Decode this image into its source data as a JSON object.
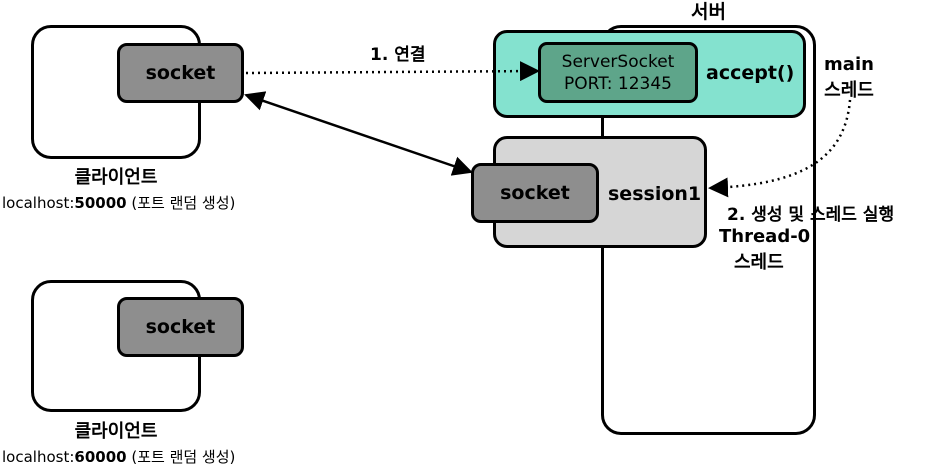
{
  "server": {
    "title": "서버"
  },
  "arrows": {
    "connect": "1. 연결",
    "spawn": "2. 생성 및 스레드 실행"
  },
  "main_thread": {
    "server_socket_line1": "ServerSocket",
    "server_socket_line2": "PORT: 12345",
    "accept": "accept()",
    "name": "main",
    "suffix": "스레드"
  },
  "session": {
    "socket": "socket",
    "name": "session1",
    "thread_name": "Thread-0",
    "thread_suffix": "스레드"
  },
  "clients": [
    {
      "title": "클라이언트",
      "socket": "socket",
      "host": "localhost:",
      "port": "50000",
      "note": " (포트 랜덤 생성)"
    },
    {
      "title": "클라이언트",
      "socket": "socket",
      "host": "localhost:",
      "port": "60000",
      "note": " (포트 랜덤 생성)"
    }
  ],
  "colors": {
    "main_thread_fill": "#84e2cf",
    "server_socket_fill": "#5ea58a",
    "session_fill": "#d6d6d6",
    "socket_fill": "#8e8e8e"
  }
}
